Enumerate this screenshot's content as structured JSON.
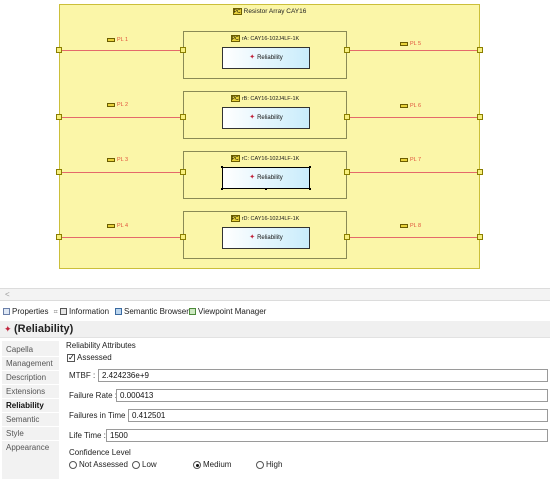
{
  "diagram": {
    "container_title": "Resistor Array CAY16",
    "pc_icon": "PC",
    "blocks": [
      {
        "title": "rA: CAY16-102J4LF-1K",
        "reliability_label": "Reliability"
      },
      {
        "title": "rB: CAY16-102J4LF-1K",
        "reliability_label": "Reliability"
      },
      {
        "title": "rC: CAY16-102J4LF-1K",
        "reliability_label": "Reliability"
      },
      {
        "title": "rD: CAY16-102J4LF-1K",
        "reliability_label": "Reliability"
      }
    ],
    "left_ports": [
      "PL 1",
      "PL 2",
      "PL 3",
      "PL 4"
    ],
    "right_ports": [
      "PL 5",
      "PL 6",
      "PL 7",
      "PL 8"
    ],
    "colors": {
      "container_fill": "#fbf6a8",
      "wire": "#e46a6a",
      "port_label": "#e0503a"
    }
  },
  "tabs": {
    "properties": "Properties",
    "information": "Information",
    "semantic_browser": "Semantic Browser",
    "viewpoint_manager": "Viewpoint Manager"
  },
  "header": {
    "title": "(Reliability)"
  },
  "sidebar": {
    "items": [
      "Capella",
      "Management",
      "Description",
      "Extensions",
      "Reliability",
      "Semantic",
      "Style",
      "Appearance"
    ],
    "active": "Reliability"
  },
  "form": {
    "group_label": "Reliability Attributes",
    "assessed_label": "Assessed",
    "assessed_checked": true,
    "mtbf_label": "MTBF :",
    "mtbf_value": "2.424236e+9",
    "failure_rate_label": "Failure Rate :",
    "failure_rate_value": "0.000413",
    "failures_in_time_label": "Failures in Time :",
    "failures_in_time_value": "0.412501",
    "life_time_label": "Life Time :",
    "life_time_value": "1500",
    "confidence_label": "Confidence Level",
    "confidence_options": [
      "Not Assessed",
      "Low",
      "Medium",
      "High"
    ],
    "confidence_selected": "Medium"
  }
}
